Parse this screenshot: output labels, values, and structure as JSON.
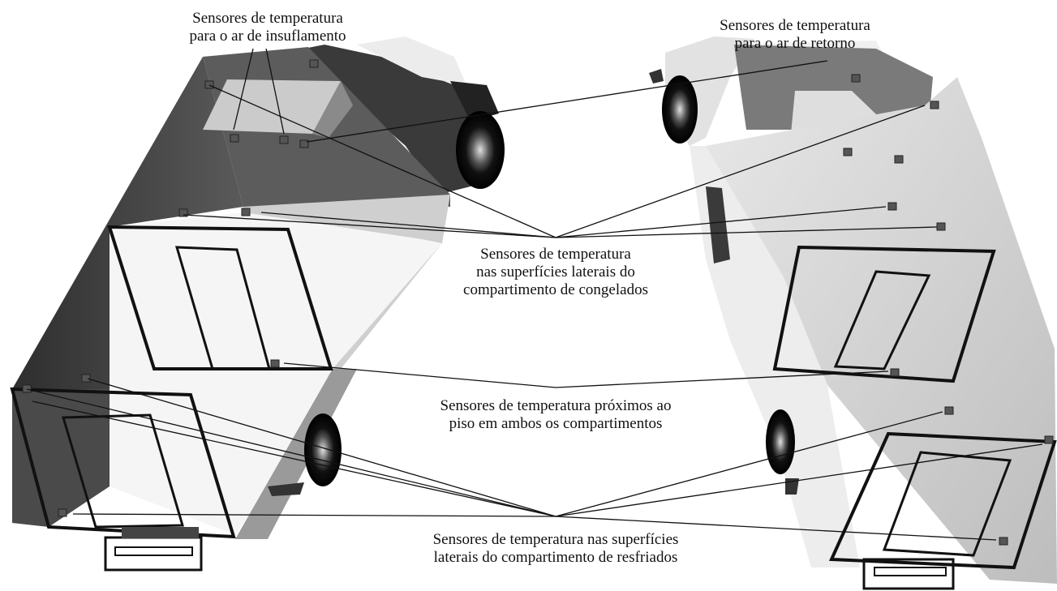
{
  "labels": {
    "supply_air": {
      "line1": "Sensores de temperatura",
      "line2": "para o ar de insuflamento"
    },
    "return_air": {
      "line1": "Sensores de temperatura",
      "line2": "para o ar de retorno"
    },
    "frozen_walls": {
      "line1": "Sensores de temperatura",
      "line2": "nas superfícies laterais do",
      "line3": "compartimento de congelados"
    },
    "floor": {
      "line1": "Sensores de temperatura próximos ao",
      "line2": "piso em ambos os compartimentos"
    },
    "chilled_walls": {
      "line1": "Sensores de temperatura nas superfícies",
      "line2": "laterais do compartimento de resfriados"
    }
  },
  "colors": {
    "truck_dark": "#3c3c3c",
    "truck_mid": "#6e6e6e",
    "truck_light": "#d8d8d8",
    "truck_white": "#f4f4f4",
    "frame_line": "#111111",
    "leader_line": "#111111",
    "sensor": "#555555"
  },
  "icons": [
    "truck-left-illustration",
    "truck-right-illustration",
    "sensor-cube-icon",
    "wheel-icon"
  ]
}
